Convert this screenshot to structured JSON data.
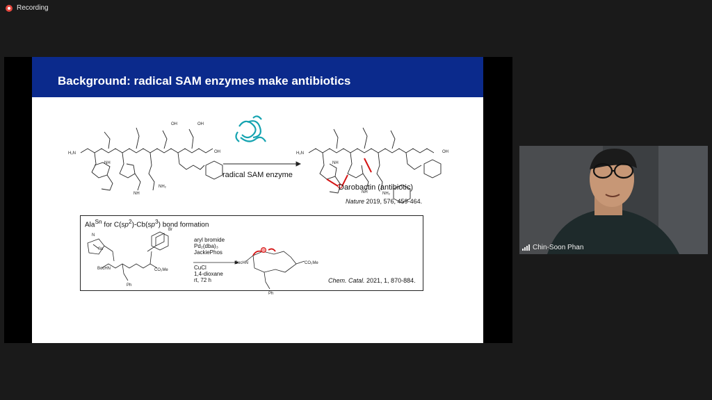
{
  "app": {
    "recording_label": "Recording",
    "recording_color": "#e5483f"
  },
  "slide": {
    "title": "Background: radical SAM enzymes make antibiotics",
    "header_color": "#0b2a8c",
    "enzyme_label": "radical SAM enzyme",
    "product_label": "Darobactin (antibiotic)",
    "ref1": {
      "journal": "Nature",
      "rest": " 2019, 576, 459-464."
    },
    "box": {
      "title_html": "Ala<sup>Sn</sup> for C(<i>sp</i><sup>2</sup>)-Cb(<i>sp</i><sup>3</sup>) bond formation",
      "conditions_above": [
        "aryl bromide",
        "Pd₂(dba)₃",
        "JackiePhos"
      ],
      "conditions_below": [
        "CuCl",
        "1,4-dioxane",
        "rt, 72 h"
      ],
      "ref": {
        "journal": "Chem. Catal.",
        "rest": " 2021, 1, 870-884."
      }
    },
    "structure_labels": {
      "h2n": "H₂N",
      "nh": "NH",
      "oh": "OH",
      "o": "O",
      "nh2": "NH₂",
      "h": "H",
      "n": "N",
      "sn": "Sn",
      "br": "Br",
      "bochn": "BocHN",
      "co2me": "CO₂Me",
      "ph": "Ph"
    }
  },
  "participant": {
    "name": "Chin-Soon Phan"
  }
}
